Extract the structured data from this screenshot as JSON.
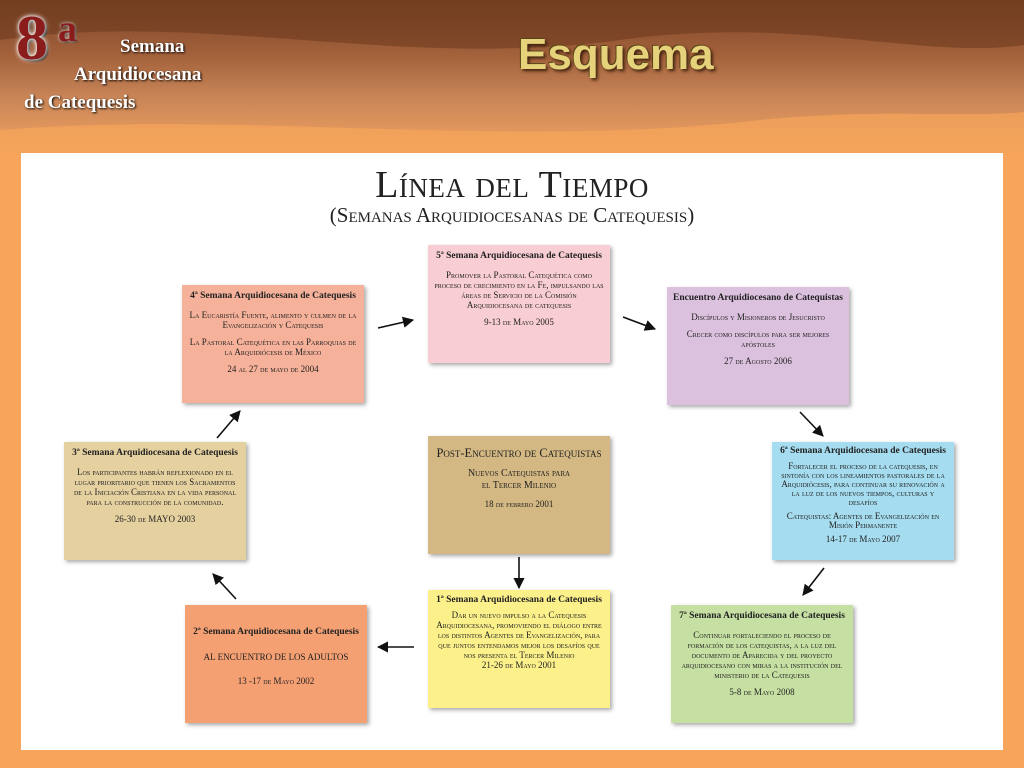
{
  "header": {
    "logo_number": "8",
    "logo_superscript": "a",
    "logo_line1": "Semana",
    "logo_line2": "Arquidiocesana",
    "logo_line3": "de Catequesis",
    "title": "Esquema"
  },
  "panel": {
    "title": "Línea del Tiempo",
    "subtitle": "(Semanas Arquidiocesanas de Catequesis)"
  },
  "boxes": {
    "s5": {
      "heading": "5ª Semana Arquidiocesana de Catequesis",
      "p1": "Promover la Pastoral Catequética como proceso de crecimiento en la Fe, impulsando las áreas de Servicio de la Comisión Arquidiocesana de catequesis",
      "date": "9-13 de Mayo 2005",
      "color": "#f8cdd3"
    },
    "s4": {
      "heading": "4ª Semana Arquidiocesana de Catequesis",
      "p1": "La Eucaristía Fuente, alimento y culmen de la Evangelización y Catequesis",
      "p2": "La Pastoral Catequética en las Parroquias de la Arquidiócesis de México",
      "date": "24 al 27 de mayo de 2004",
      "color": "#f6b19a"
    },
    "enc": {
      "heading": "Encuentro Arquidiocesano de Catequistas",
      "p1": "Discípulos y Misioneros de Jesucristo",
      "p2": "Crecer como discípulos para ser mejores apóstoles",
      "date": "27 de Agosto 2006",
      "color": "#dcc1df"
    },
    "s3": {
      "heading": "3ª Semana Arquidiocesana de Catequesis",
      "p1": "Los participantes habrán reflexionado en el lugar prioritario que tienen los Sacramentos de la Iniciación Cristiana en la vida personal para la construcción de la comunidad.",
      "date": "26-30 de MAYO 2003",
      "color": "#e5d0a0"
    },
    "post": {
      "heading": "Post-Encuentro de Catequistas",
      "p1": "Nuevos Catequistas para el Tercer Milenio",
      "date": "18 de febrero 2001",
      "color": "#d4b883"
    },
    "s6": {
      "heading": "6ª Semana Arquidiocesana de Catequesis",
      "p1": "Fortalecer el proceso de la catequesis, en sintonía con los lineamientos pastorales de la Arquidiócesis, para continuar su renovación a la luz de los nuevos tiempos, culturas y desafíos",
      "p2": "Catequistas: Agentes de Evangelización en Misión Permanente",
      "date": "14-17 de Mayo 2007",
      "color": "#a5dcef"
    },
    "s2": {
      "heading": "2ª Semana Arquidiocesana de Catequesis",
      "p1": "AL ENCUENTRO DE LOS ADULTOS",
      "date": "13 -17 de Mayo 2002",
      "color": "#f5a073"
    },
    "s1": {
      "heading": "1ª Semana Arquidiocesana de Catequesis",
      "p1": "Dar un nuevo impulso a la Catequesis Arquidiocesana, promoviendo el diálogo entre los distintos Agentes de Evangelización, para que juntos entendamos mejor los desafíos que nos presenta el Tercer Milenio",
      "date": "21-26 de Mayo 2001",
      "color": "#fbf08a"
    },
    "s7": {
      "heading": "7ª Semana Arquidiocesana de Catequesis",
      "p1": "Continuar fortaleciendo el proceso de formación de los catequistas, a la luz del documento de Aparecida y del proyecto arquidiocesano con miras a la institución del ministerio de la Catequesis",
      "date": "5-8 de Mayo 2008",
      "color": "#c6e0a3"
    }
  }
}
